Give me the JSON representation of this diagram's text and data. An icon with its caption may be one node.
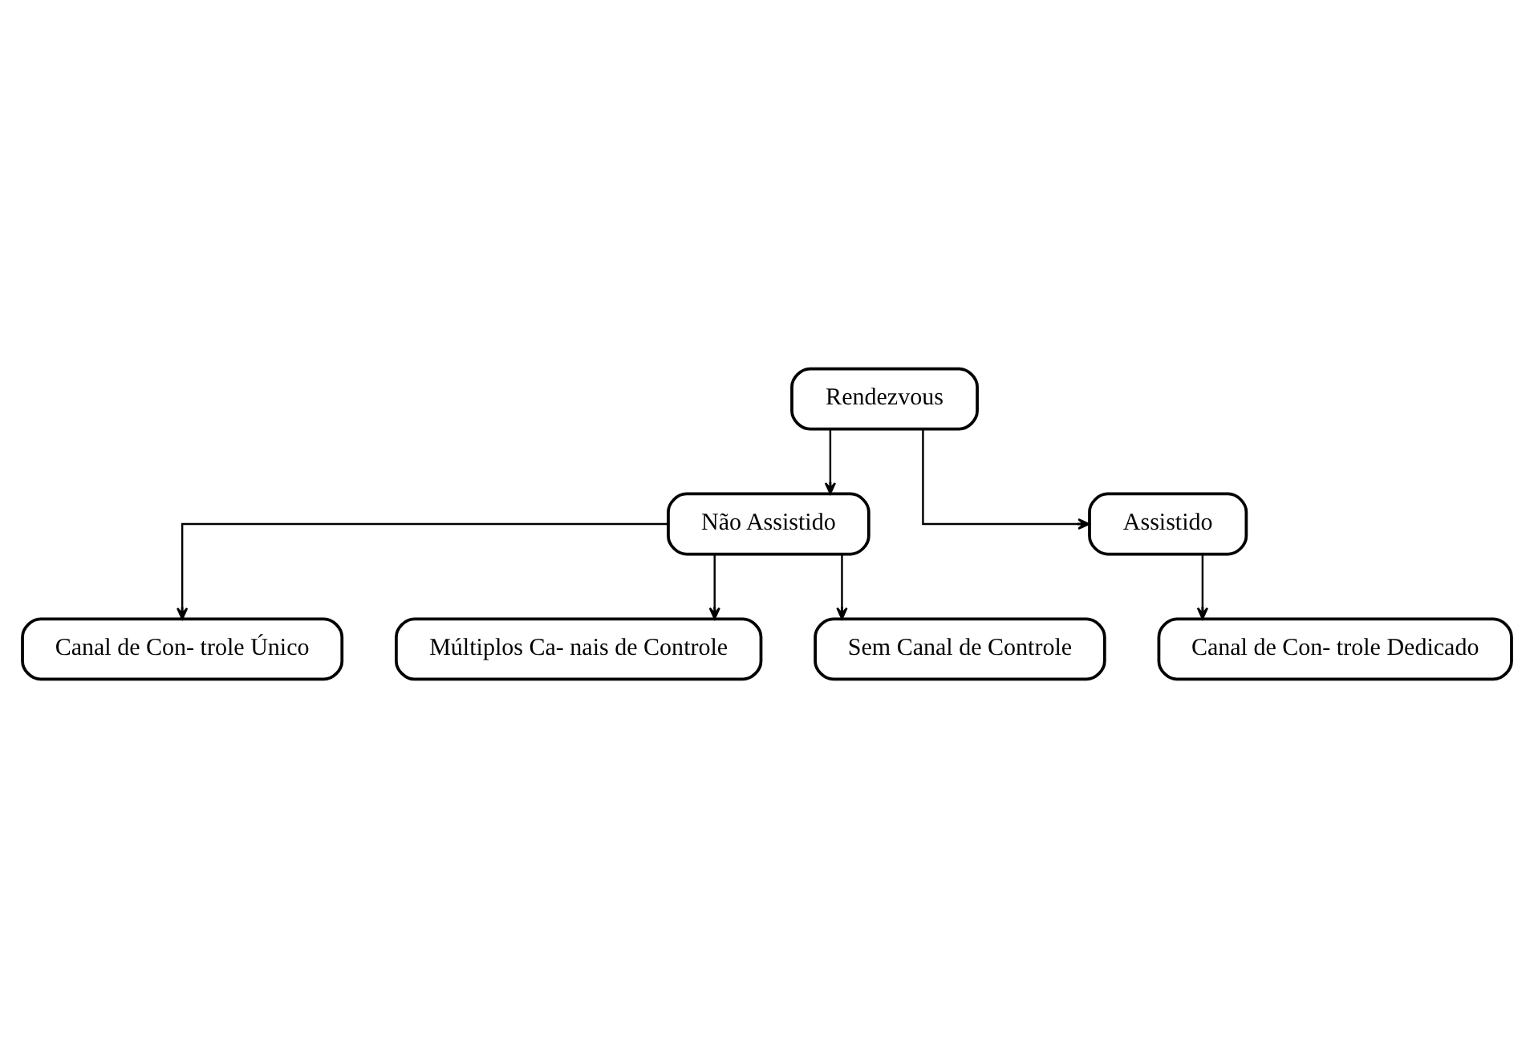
{
  "diagram": {
    "nodes": [
      {
        "text": [
          "Rendezvous"
        ]
      },
      {
        "text": [
          "Não Assistido"
        ]
      },
      {
        "text": [
          "Assistido"
        ]
      },
      {
        "text": [
          "Canal de Con- trole Único"
        ]
      },
      {
        "text": [
          "Múltiplos Ca- nais de Controle"
        ]
      },
      {
        "text": [
          "Sem Canal de Controle"
        ]
      },
      {
        "text": [
          "Canal de Con- trole Dedicado"
        ]
      }
    ],
    "edges": [
      {
        "from": 0,
        "to": 1,
        "arrow": "to"
      },
      {
        "from": 0,
        "to": 2,
        "arrow": "to"
      },
      {
        "from": 1,
        "to": 3,
        "arrow": "to"
      },
      {
        "from": 1,
        "to": 4,
        "arrow": "to"
      },
      {
        "from": 1,
        "to": 5,
        "arrow": "to"
      },
      {
        "from": 2,
        "to": 6,
        "arrow": "to"
      }
    ]
  }
}
